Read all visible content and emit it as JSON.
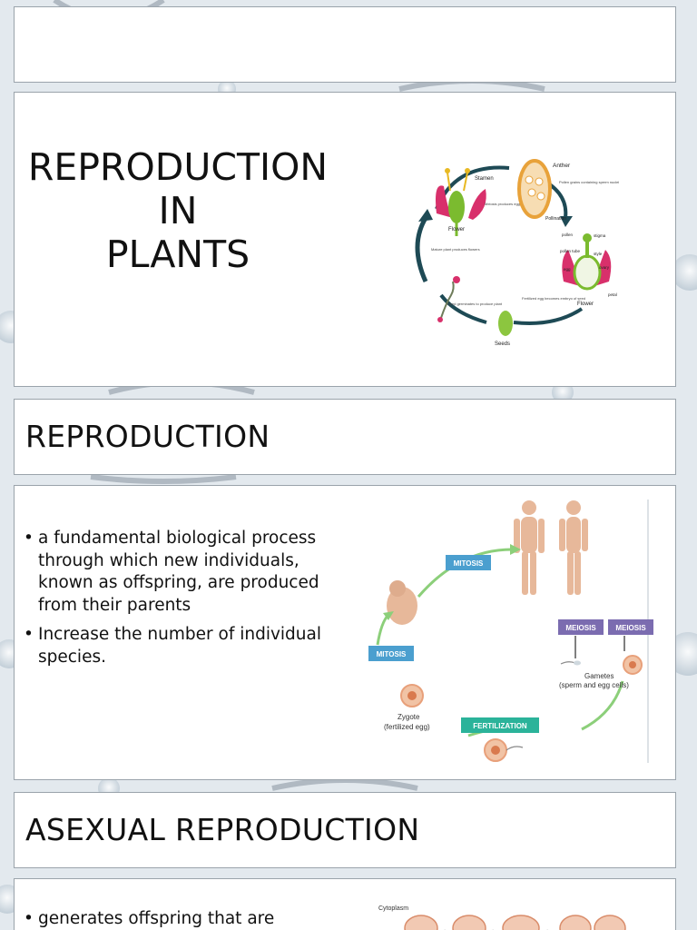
{
  "slides": {
    "blank": {},
    "title": {
      "lines": [
        "REPRODUCTION",
        "IN",
        "PLANTS"
      ],
      "cycle_labels": {
        "stamen": "Stamen",
        "anther": "Anther",
        "anther_note": "Pollen grains containing sperm nuclei",
        "meiosis_note": "Meiosis produces eggs and sperm",
        "flower_left": "Flower",
        "pollination": "Pollination",
        "pollen": "pollen",
        "stigma": "stigma",
        "pollen_tube": "pollen tube",
        "style": "style",
        "egg": "egg",
        "ovary": "ovary",
        "petal": "petal",
        "flower_right": "Flower",
        "mature_note": "Mature plant produces flowers",
        "fertilized_note": "Fertilized egg becomes embryo of seed",
        "seed_note": "Seed germinates to produce plant",
        "seeds": "Seeds"
      }
    },
    "reproduction_heading": {
      "title": "REPRODUCTION"
    },
    "reproduction_body": {
      "bullets": [
        "a fundamental biological process through which new individuals, known as offspring, are produced from their parents",
        "Increase the number of individual species."
      ],
      "cycle_labels": {
        "mitosis_top": "MITOSIS",
        "meiosis_left": "MEIOSIS",
        "meiosis_right": "MEIOSIS",
        "mitosis_left": "MITOSIS",
        "gametes": "Gametes",
        "gametes_note": "(sperm and egg cells)",
        "zygote": "Zygote",
        "zygote_note": "(fertilized egg)",
        "fertilization": "FERTILIZATION"
      },
      "colors": {
        "mitosis": "#4b9fcf",
        "meiosis": "#7b6cb0",
        "fertilization": "#2bb39a"
      }
    },
    "asexual_heading": {
      "title": "ASEXUAL REPRODUCTION"
    },
    "asexual_body": {
      "bullets": [
        "generates offspring that are"
      ],
      "cytoplasm_label": "Cytoplasm"
    }
  }
}
